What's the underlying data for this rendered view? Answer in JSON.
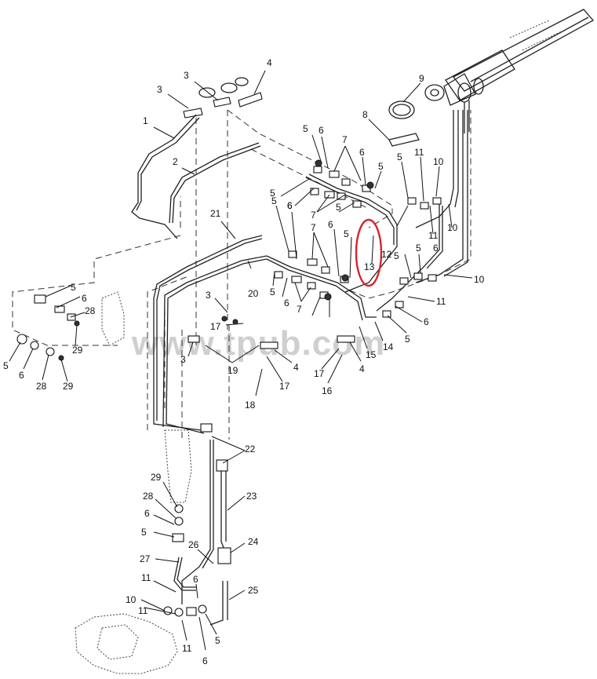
{
  "watermark": "www.tpub.com",
  "highlight_color": "#d9232e",
  "callouts": [
    "1",
    "2",
    "3",
    "3",
    "4",
    "5",
    "6",
    "7",
    "6",
    "5",
    "8",
    "9",
    "5",
    "11",
    "10",
    "5",
    "7",
    "6",
    "5",
    "12",
    "11",
    "10",
    "21",
    "5",
    "6",
    "7",
    "6",
    "5",
    "13",
    "5",
    "10",
    "5",
    "6",
    "7",
    "6",
    "5",
    "20",
    "11",
    "6",
    "5",
    "6",
    "28",
    "29",
    "3",
    "17",
    "3",
    "19",
    "14",
    "5",
    "15",
    "17",
    "4",
    "16",
    "5",
    "6",
    "28",
    "29",
    "4",
    "17",
    "18",
    "22",
    "29",
    "23",
    "28",
    "6",
    "5",
    "24",
    "26",
    "27",
    "11",
    "6",
    "25",
    "10",
    "11",
    "5",
    "11",
    "6"
  ]
}
